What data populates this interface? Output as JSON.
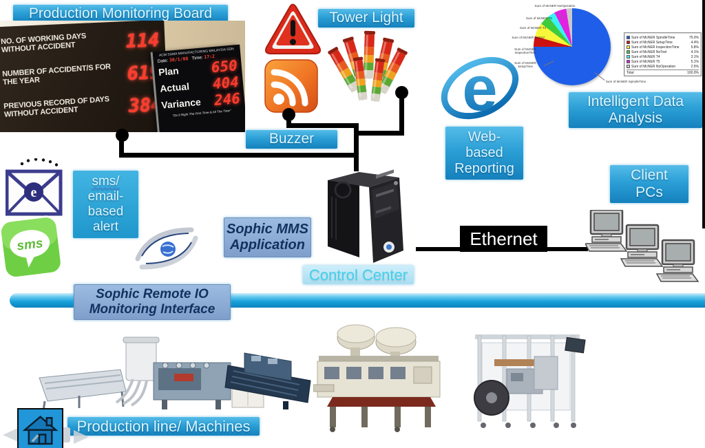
{
  "labels": {
    "production_board": "Production Monitoring Board",
    "tower_light": "Tower Light",
    "buzzer": "Buzzer",
    "control_center": "Control Center",
    "ethernet": "Ethernet",
    "production_line": "Production line/ Machines",
    "web_reporting_lines": [
      "Web-",
      "based",
      "Reporting"
    ],
    "intelligent_lines": [
      "Intelligent Data",
      "Analysis"
    ],
    "client_pcs_lines": [
      "Client",
      "PCs"
    ],
    "sms_alert_lines": [
      "sms/",
      "email-",
      "based",
      "alert"
    ],
    "sophic_mms_lines": [
      "Sophic MMS",
      "Application"
    ],
    "remote_io_lines": [
      "Sophic Remote IO",
      "Monitoring Interface"
    ]
  },
  "board": {
    "left_rows": [
      {
        "label": "NO. OF WORKING DAYS WITHOUT ACCIDENT",
        "value": "114"
      },
      {
        "label": "NUMBER OF ACCIDENT/S FOR THE YEAR",
        "value": "619"
      },
      {
        "label": "PREVIOUS RECORD OF DAYS WITHOUT ACCIDENT",
        "value": "384"
      }
    ],
    "right_panel": {
      "header": "ACM SAMA MANUFACTURING MALAYSIA SDN",
      "date_label": "Date:",
      "date_value": "30/1/08",
      "time_label": "Time:",
      "time_value": "17:2",
      "rows": [
        {
          "label": "Plan",
          "value": "650"
        },
        {
          "label": "Actual",
          "value": "404"
        },
        {
          "label": "Variance",
          "value": "246"
        }
      ],
      "slogan": "\"Do It Right The First Time & All The Time\""
    }
  },
  "chart_data": {
    "type": "pie",
    "title": "",
    "legend_position": "right",
    "series": [
      {
        "name": "Sum of McNER SpindleTime",
        "value": 75.0,
        "pct_label": "75.0%",
        "color": "#1f5ee8"
      },
      {
        "name": "Sum of McNER SetupTime",
        "value": 4.4,
        "pct_label": "4.4%",
        "color": "#cc1111"
      },
      {
        "name": "Sum of McNER InspectionTime",
        "value": 5.8,
        "pct_label": "5.8%",
        "color": "#f7f73a"
      },
      {
        "name": "Sum of McNER NoTool",
        "value": 4.1,
        "pct_label": "4.1%",
        "color": "#3ecc3e"
      },
      {
        "name": "Sum of McNER T4",
        "value": 3.1,
        "pct_label": "3.1%",
        "color": "#3af2f2"
      },
      {
        "name": "Sum of McNER T5",
        "value": 5.1,
        "pct_label": "5.1%",
        "color": "#e31fe3"
      },
      {
        "name": "Sum of McNER NoOperation",
        "value": 2.5,
        "pct_label": "2.5%",
        "color": "#c9c9c9"
      }
    ],
    "total_label": "Total",
    "total_value": "100.0%"
  },
  "icons": {
    "warning": "warning-triangle-icon",
    "buzzer": "rss-buzzer-icon",
    "tower_light": "stack-tower-lights-image",
    "ie": "internet-explorer-logo",
    "email": "email-envelope-icon",
    "sms": "sms-bubble-icon",
    "sms_text": "sms",
    "email_letter": "e",
    "sophic": "sophic-swirl-logo",
    "control_pc": "desktop-tower-image",
    "client_pc": "client-computer-icon",
    "home": "home-icon",
    "machines": [
      "production-line-conveyor",
      "packaging-machine",
      "wrapping-machine"
    ]
  },
  "misc": {
    "cropped_letter": "g"
  },
  "colors": {
    "label_blue": "#1581bd",
    "label_steel": "#7e9fcb",
    "ethernet_bg": "#000000",
    "led_red": "#ff3b2e",
    "bar_blue": "#179fd8",
    "home_bg": "#2196d8"
  }
}
